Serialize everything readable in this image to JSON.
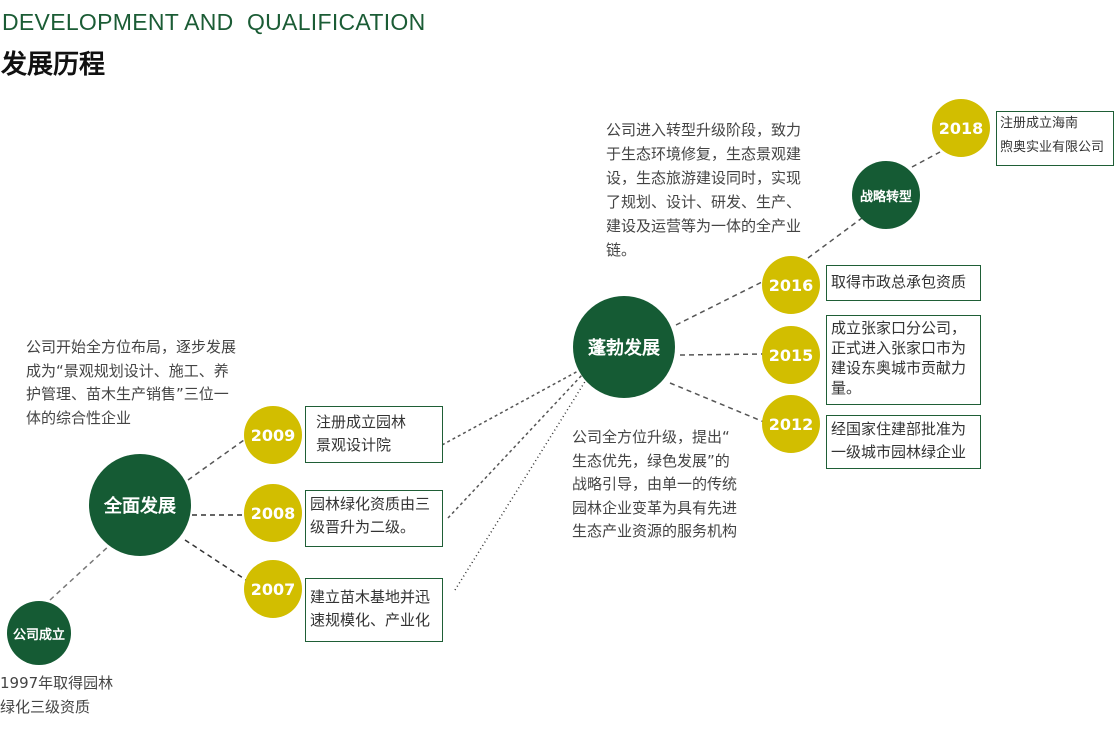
{
  "header": {
    "en_title": "DEVELOPMENT AND  QUALIFICATION",
    "cn_title": "发展历程"
  },
  "colors": {
    "dark_green": "#155b34",
    "yellow": "#d2be00"
  },
  "stages": {
    "founded": "公司成立",
    "comprehensive": "全面发展",
    "booming": "蓬勃发展",
    "strategic": "战略转型"
  },
  "founded_note": [
    "1997年取得园林",
    "绿化三级资质"
  ],
  "comprehensive_desc": [
    "公司开始全方位布局，逐步发展",
    "成为“景观规划设计、施工、养",
    "护管理、苗木生产销售”三位一",
    "体的综合性企业"
  ],
  "booming_desc": [
    "公司全方位升级，提出“",
    "生态优先，绿色发展”的",
    "战略引导，由单一的传统",
    "园林企业变革为具有先进",
    "生态产业资源的服务机构"
  ],
  "strategic_desc": [
    "公司进入转型升级阶段，致力",
    "于生态环境修复，生态景观建",
    "设，生态旅游建设同时，实现",
    "了规划、设计、研发、生产、",
    "建设及运营等为一体的全产业",
    "链。"
  ],
  "milestones": [
    {
      "year": "2009",
      "lines": [
        "注册成立园林",
        "景观设计院"
      ]
    },
    {
      "year": "2008",
      "lines": [
        "园林绿化资质由三",
        "级晋升为二级。"
      ]
    },
    {
      "year": "2007",
      "lines": [
        "建立苗木基地并迅",
        "速规模化、产业化"
      ]
    },
    {
      "year": "2016",
      "lines": [
        "取得市政总承包资质"
      ]
    },
    {
      "year": "2015",
      "lines": [
        "成立张家口分公司，",
        "正式进入张家口市为",
        "建设东奥城市贡献力",
        "量。"
      ]
    },
    {
      "year": "2012",
      "lines": [
        "经国家住建部批准为",
        "一级城市园林绿企业"
      ]
    },
    {
      "year": "2018",
      "lines": [
        "注册成立海南",
        "煦奥实业有限公司"
      ]
    }
  ]
}
